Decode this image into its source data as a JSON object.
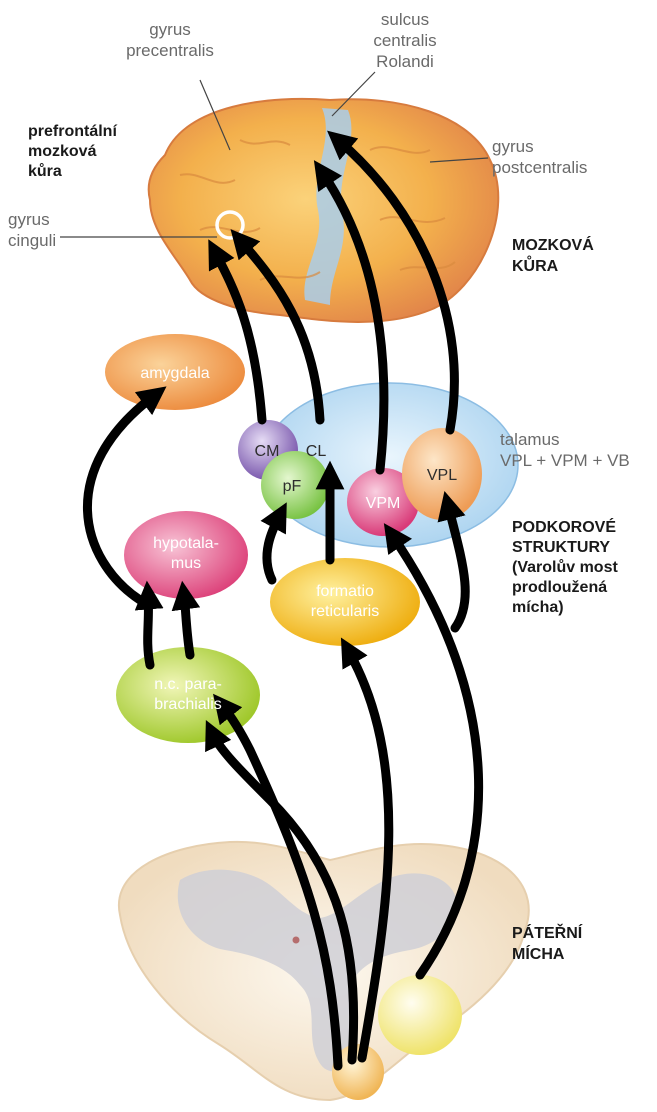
{
  "labels": {
    "gyrus_precentralis": [
      "gyrus",
      "precentralis"
    ],
    "sulcus_centralis": [
      "sulcus",
      "centralis",
      "Rolandi"
    ],
    "gyrus_postcentralis": [
      "gyrus",
      "postcentralis"
    ],
    "gyrus_cinguli": [
      "gyrus",
      "cinguli"
    ],
    "prefrontal_cortex": [
      "prefrontální",
      "mozková",
      "kůra"
    ],
    "cerebral_cortex": [
      "MOZKOVÁ",
      "KŮRA"
    ],
    "thalamus": [
      "talamus",
      "VPL + VPM + VB"
    ],
    "subcortical": [
      "PODKOROVÉ",
      "STRUKTURY",
      "(Varolův most",
      "prodloužená",
      "mícha)"
    ],
    "spinal_cord": [
      "PÁTEŘNÍ",
      "MÍCHA"
    ]
  },
  "nodes": {
    "amygdala": "amygdala",
    "hypothalamus": [
      "hypotala-",
      "mus"
    ],
    "parabrachialis": [
      "n.c. para-",
      "brachialis"
    ],
    "formatio": [
      "formatio",
      "reticularis"
    ],
    "cm": "CM",
    "cl": "CL",
    "pf": "pF",
    "vpm": "VPM",
    "vpl": "VPL"
  },
  "colors": {
    "arrow": "#000000",
    "brain": "#f2b04a",
    "central_sulcus": "#9fc6e6",
    "thalamus": "#bfe0f5",
    "amygdala": "#f0a050",
    "hypothalamus": "#e05a8a",
    "parabrachialis": "#b8d43a",
    "formatio": "#f2c21a",
    "cm": "#8a6bb8",
    "pf": "#8ccf55",
    "vpm": "#e0508a",
    "vpl": "#f4b06a"
  }
}
